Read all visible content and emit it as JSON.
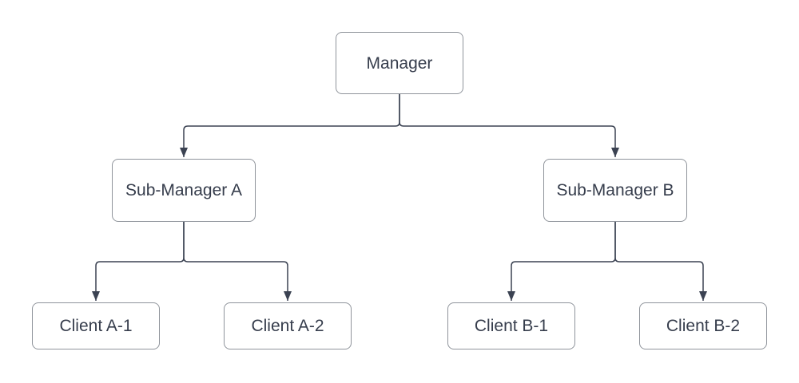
{
  "diagram": {
    "type": "org-chart",
    "colors": {
      "background": "#ffffff",
      "node_fill": "#ffffff",
      "node_border": "#8f949b",
      "connector": "#3b4252",
      "text": "#363d4c"
    },
    "nodes": [
      {
        "id": "manager",
        "label": "Manager",
        "level": 0
      },
      {
        "id": "sub-manager-a",
        "label": "Sub-Manager A",
        "level": 1
      },
      {
        "id": "sub-manager-b",
        "label": "Sub-Manager B",
        "level": 1
      },
      {
        "id": "client-a-1",
        "label": "Client A-1",
        "level": 2
      },
      {
        "id": "client-a-2",
        "label": "Client A-2",
        "level": 2
      },
      {
        "id": "client-b-1",
        "label": "Client B-1",
        "level": 2
      },
      {
        "id": "client-b-2",
        "label": "Client B-2",
        "level": 2
      }
    ],
    "edges": [
      {
        "from": "manager",
        "to": "sub-manager-a",
        "arrow": "filled-triangle"
      },
      {
        "from": "manager",
        "to": "sub-manager-b",
        "arrow": "filled-triangle"
      },
      {
        "from": "sub-manager-a",
        "to": "client-a-1",
        "arrow": "filled-triangle"
      },
      {
        "from": "sub-manager-a",
        "to": "client-a-2",
        "arrow": "filled-triangle"
      },
      {
        "from": "sub-manager-b",
        "to": "client-b-1",
        "arrow": "filled-triangle"
      },
      {
        "from": "sub-manager-b",
        "to": "client-b-2",
        "arrow": "filled-triangle"
      }
    ]
  }
}
